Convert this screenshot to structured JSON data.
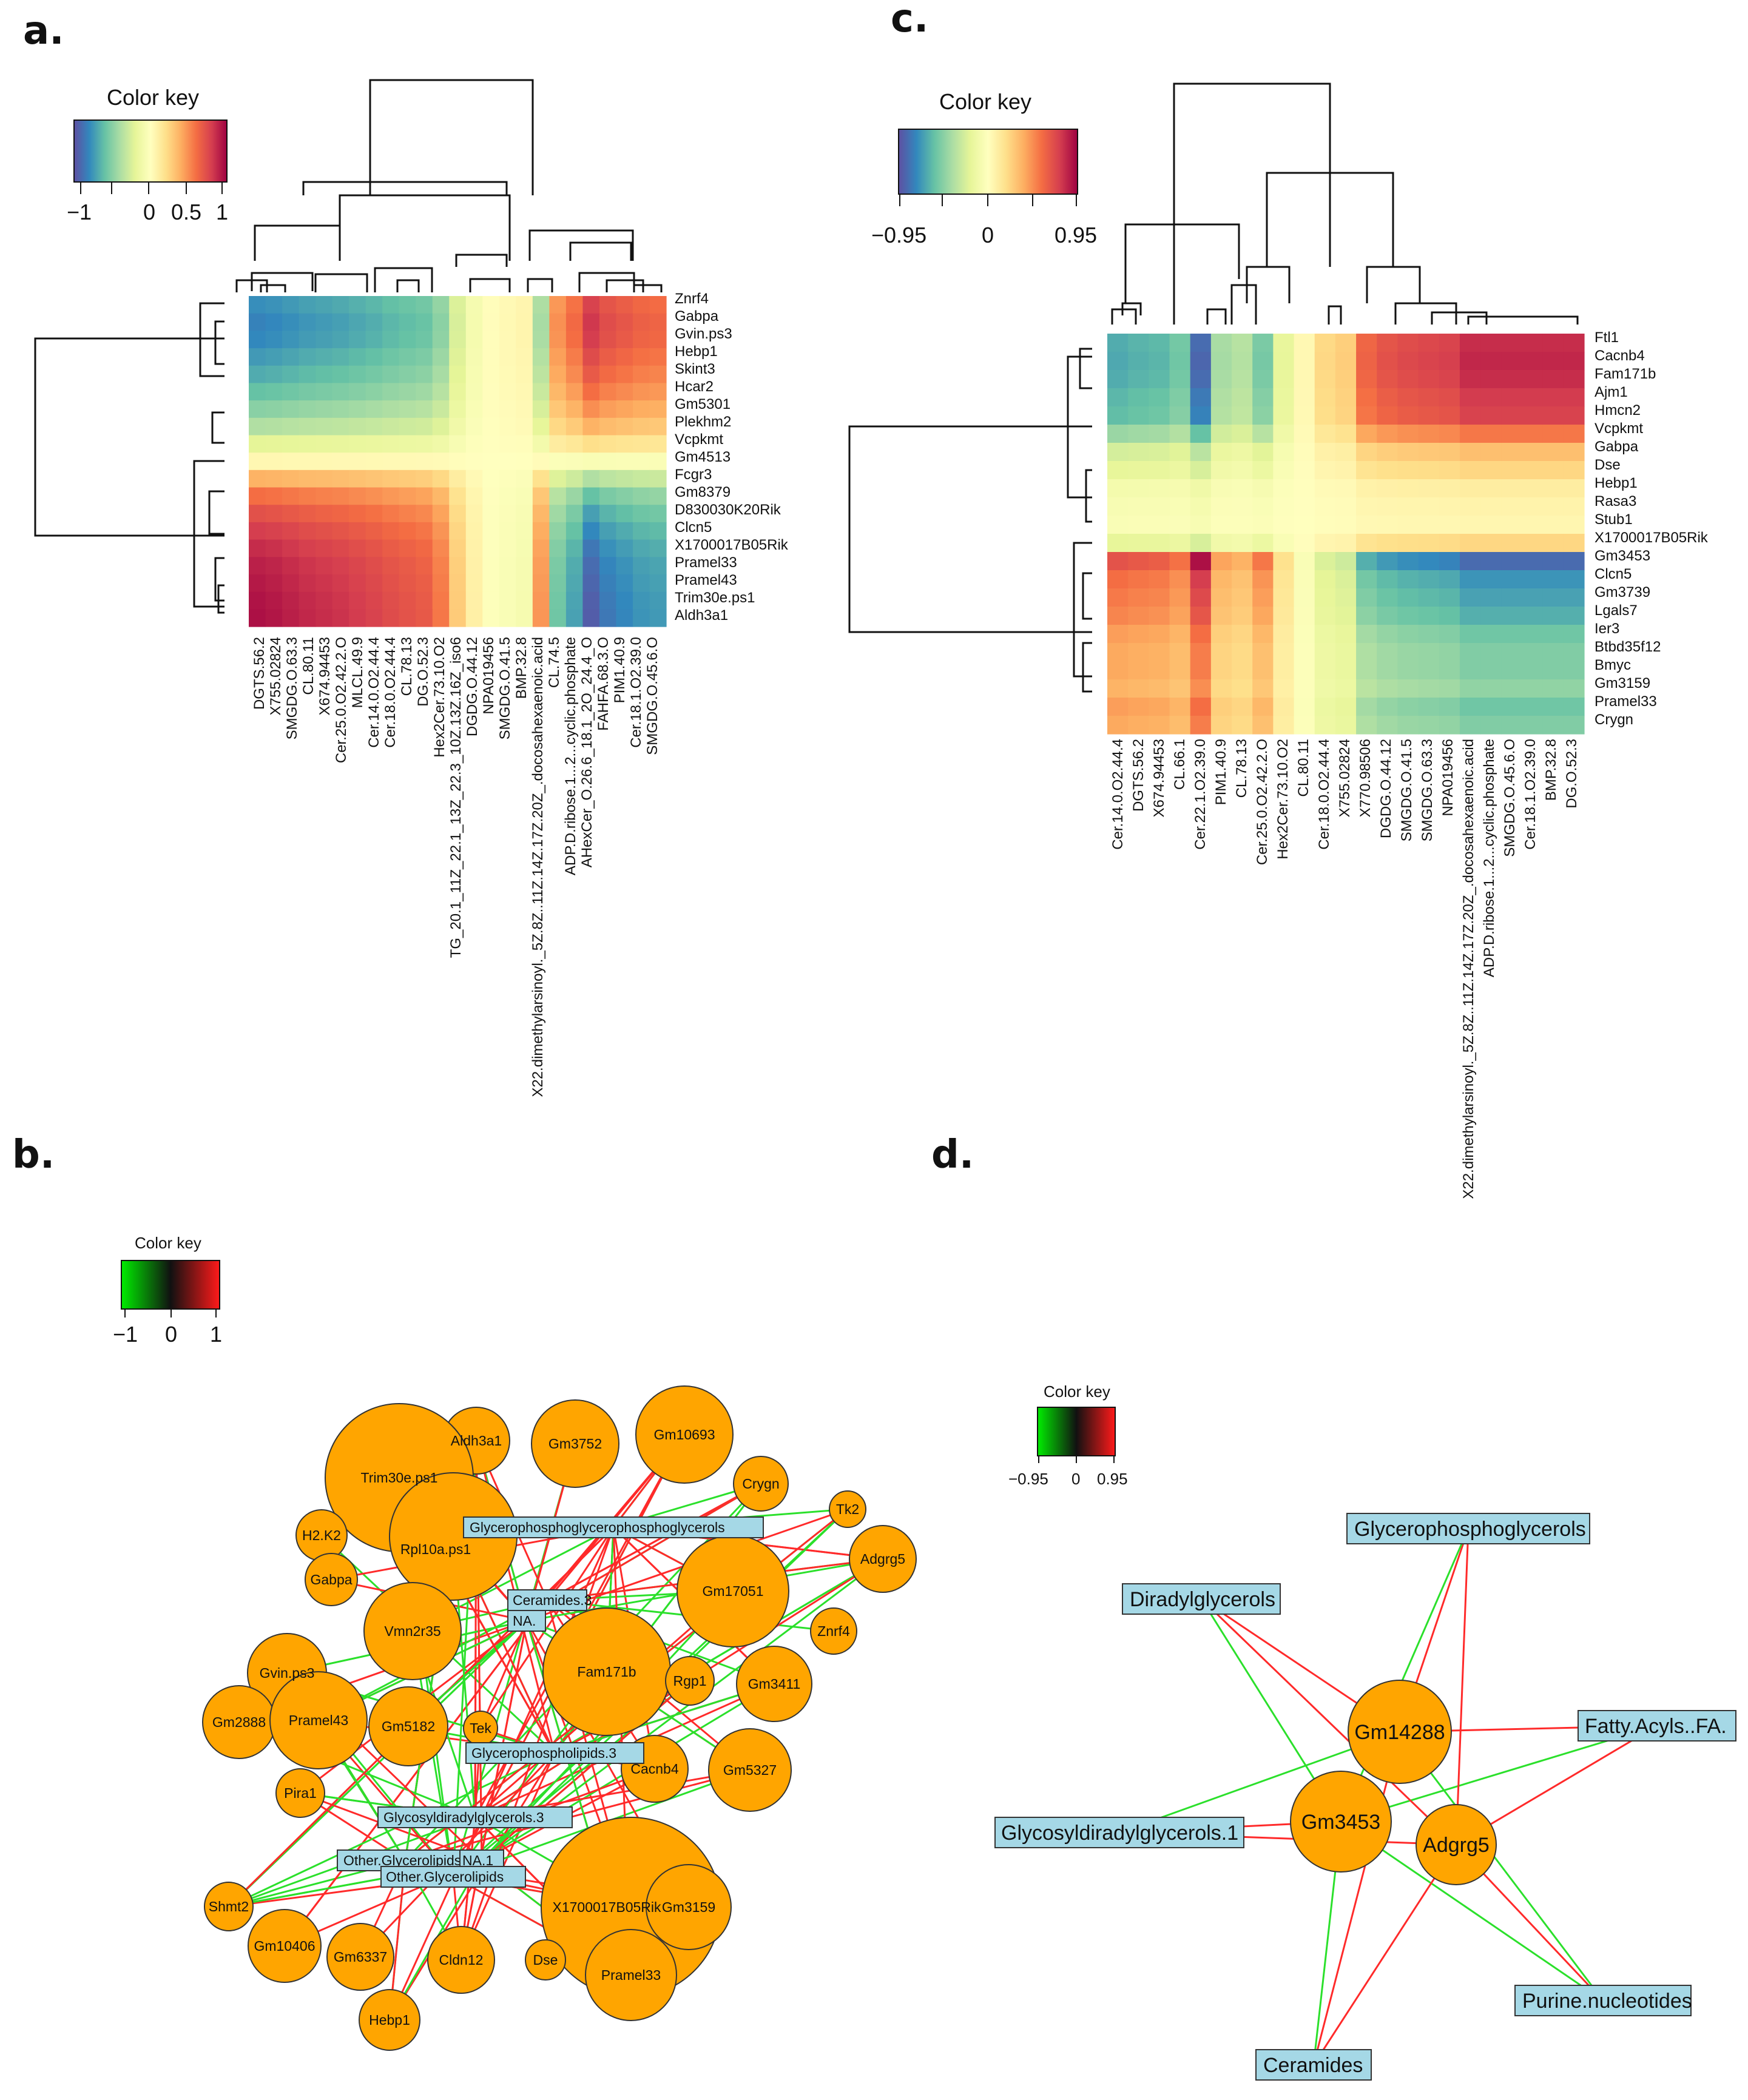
{
  "figure_labels": {
    "a": "a.",
    "b": "b.",
    "c": "c.",
    "d": "d."
  },
  "panel_a": {
    "color_key": {
      "title": "Color key",
      "ticks": [
        "−1",
        "0",
        "0.5",
        "1"
      ]
    },
    "rows": [
      "Znrf4",
      "Gabpa",
      "Gvin.ps3",
      "Hebp1",
      "Skint3",
      "Hcar2",
      "Gm5301",
      "Plekhm2",
      "Vcpkmt",
      "Gm4513",
      "Fcgr3",
      "Gm8379",
      "D830030K20Rik",
      "Clcn5",
      "X1700017B05Rik",
      "Pramel33",
      "Pramel43",
      "Trim30e.ps1",
      "Aldh3a1"
    ],
    "columns": [
      "DGTS.56.2",
      "X755.02824",
      "SMGDG.O.63.3",
      "CL.80.11",
      "X674.94453",
      "Cer.25.0.O2.42.2.O",
      "MLCL.49.9",
      "Cer.14.0.O2.44.4",
      "Cer.18.0.O2.44.4",
      "CL.78.13",
      "DG.O.52.3",
      "Hex2Cer.73.10.O2",
      "TG_20.1_11Z_22.1_13Z_22.3_10Z.13Z.16Z_iso6",
      "DGDG.O.44.12",
      "NPA019456",
      "SMGDG.O.41.5",
      "BMP.32.8",
      "X22.dimethylarsinoyl._5Z.8Z..11Z.14Z.17Z.20Z_.docosahexaenoic.acid",
      "CL.74.5",
      "ADP.D.ribose.1...2...cyclic.phosphate",
      "AHexCer_O.26.6_18.1_2O_24.4_O",
      "FAHFA.68.3.O",
      "PIM1.40.9",
      "Cer.18.1.O2.39.0",
      "SMGDG.O.45.6.O"
    ],
    "column_profile": [
      -1,
      -0.98,
      -0.95,
      -0.92,
      -0.9,
      -0.88,
      -0.85,
      -0.82,
      -0.78,
      -0.75,
      -0.72,
      -0.6,
      -0.3,
      -0.1,
      0.02,
      0.05,
      0.08,
      -0.5,
      0.6,
      0.75,
      1,
      0.9,
      0.85,
      0.8,
      0.78
    ],
    "row_profile": [
      0.78,
      0.82,
      0.8,
      0.74,
      0.68,
      0.6,
      0.5,
      0.38,
      0.2,
      -0.05,
      -0.38,
      -0.6,
      -0.72,
      -0.8,
      -0.86,
      -0.9,
      -0.92,
      -0.94,
      -0.95
    ]
  },
  "panel_c": {
    "color_key": {
      "title": "Color key",
      "ticks": [
        "−0.95",
        "0",
        "0.95"
      ]
    },
    "rows": [
      "Ftl1",
      "Cacnb4",
      "Fam171b",
      "Ajm1",
      "Hmcn2",
      "Vcpkmt",
      "Gabpa",
      "Dse",
      "Hebp1",
      "Rasa3",
      "Stub1",
      "X1700017B05Rik",
      "Gm3453",
      "Clcn5",
      "Gm3739",
      "Lgals7",
      "Ier3",
      "Btbd35f12",
      "Bmyc",
      "Gm3159",
      "Pramel33",
      "Crygn"
    ],
    "columns": [
      "Cer.14.0.O2.44.4",
      "DGTS.56.2",
      "X674.94453",
      "CL.66.1",
      "Cer.22.1.O2.39.0",
      "PIM1.40.9",
      "CL.78.13",
      "Cer.25.0.O2.42.2.O",
      "Hex2Cer.73.10.O2",
      "CL.80.11",
      "Cer.18.0.O2.44.4",
      "X755.02824",
      "X770.98506",
      "DGDG.O.44.12",
      "SMGDG.O.41.5",
      "SMGDG.O.63.3",
      "NPA019456",
      "X22.dimethylarsinoyl._5Z.8Z..11Z.14Z.17Z.20Z_.docosahexaenoic.acid",
      "ADP.D.ribose.1...2...cyclic.phosphate",
      "SMGDG.O.45.6.O",
      "Cer.18.1.O2.39.0",
      "BMP.32.8",
      "DG.O.52.3"
    ],
    "column_profile": [
      -0.75,
      -0.72,
      -0.7,
      -0.62,
      -1,
      -0.45,
      -0.4,
      -0.6,
      -0.2,
      0.05,
      0.25,
      0.3,
      0.7,
      0.78,
      0.82,
      0.84,
      0.86,
      0.95,
      0.95,
      0.95,
      0.95,
      0.95,
      0.95
    ],
    "row_profile": [
      0.9,
      0.92,
      0.9,
      0.85,
      0.82,
      0.6,
      0.35,
      0.25,
      0.12,
      0.08,
      0.06,
      0.25,
      -0.95,
      -0.8,
      -0.75,
      -0.7,
      -0.6,
      -0.55,
      -0.55,
      -0.5,
      -0.6,
      -0.55
    ]
  },
  "panel_b": {
    "color_key": {
      "title": "Color key",
      "ticks": [
        "−1",
        "0",
        "1"
      ],
      "colors": {
        "negative": "#00dd00",
        "zero": "#111111",
        "positive": "#ff1a1a"
      }
    },
    "gene_nodes": [
      "Aldh3a1",
      "Gm3752",
      "Gm10693",
      "Trim30e.ps1",
      "Crygn",
      "Tk2",
      "H2.K2",
      "Rpl10a.ps1",
      "Adgrg5",
      "Gabpa",
      "Gm17051",
      "Vmn2r35",
      "Znrf4",
      "Gvin.ps3",
      "Fam171b",
      "Rgp1",
      "Gm3411",
      "Gm2888",
      "Pramel43",
      "Gm5182",
      "Tek",
      "Cacnb4",
      "Gm5327",
      "Pira1",
      "Shmt2",
      "X1700017B05Rik",
      "Gm3159",
      "Gm10406",
      "Gm6337",
      "Cldn12",
      "Dse",
      "Pramel33",
      "Hebp1"
    ],
    "lipid_classes": [
      "Glycerophosphoglycerophosphoglycerols",
      "Ceramides.3",
      "NA.",
      "Glycerophospholipids.3",
      "Glycosyldiradylglycerols.3",
      "Other.Glycerolipids",
      "NA.1",
      "Other.Glycerolipids"
    ]
  },
  "panel_d": {
    "color_key": {
      "title": "Color key",
      "ticks": [
        "−0.95",
        "0",
        "0.95"
      ]
    },
    "gene_nodes": [
      "Gm14288",
      "Gm3453",
      "Adgrg5"
    ],
    "lipid_classes": [
      "Glycerophosphoglycerols",
      "Diradylglycerols",
      "Fatty.Acyls..FA.",
      "Glycosyldiradylglycerols.1",
      "Ceramides",
      "Purine.nucleotides"
    ]
  },
  "colors": {
    "node_fill": "#ffa500",
    "rect_fill": "#a5d8e6",
    "edge_positive": "#ff2a2a",
    "edge_negative": "#2be02b"
  }
}
